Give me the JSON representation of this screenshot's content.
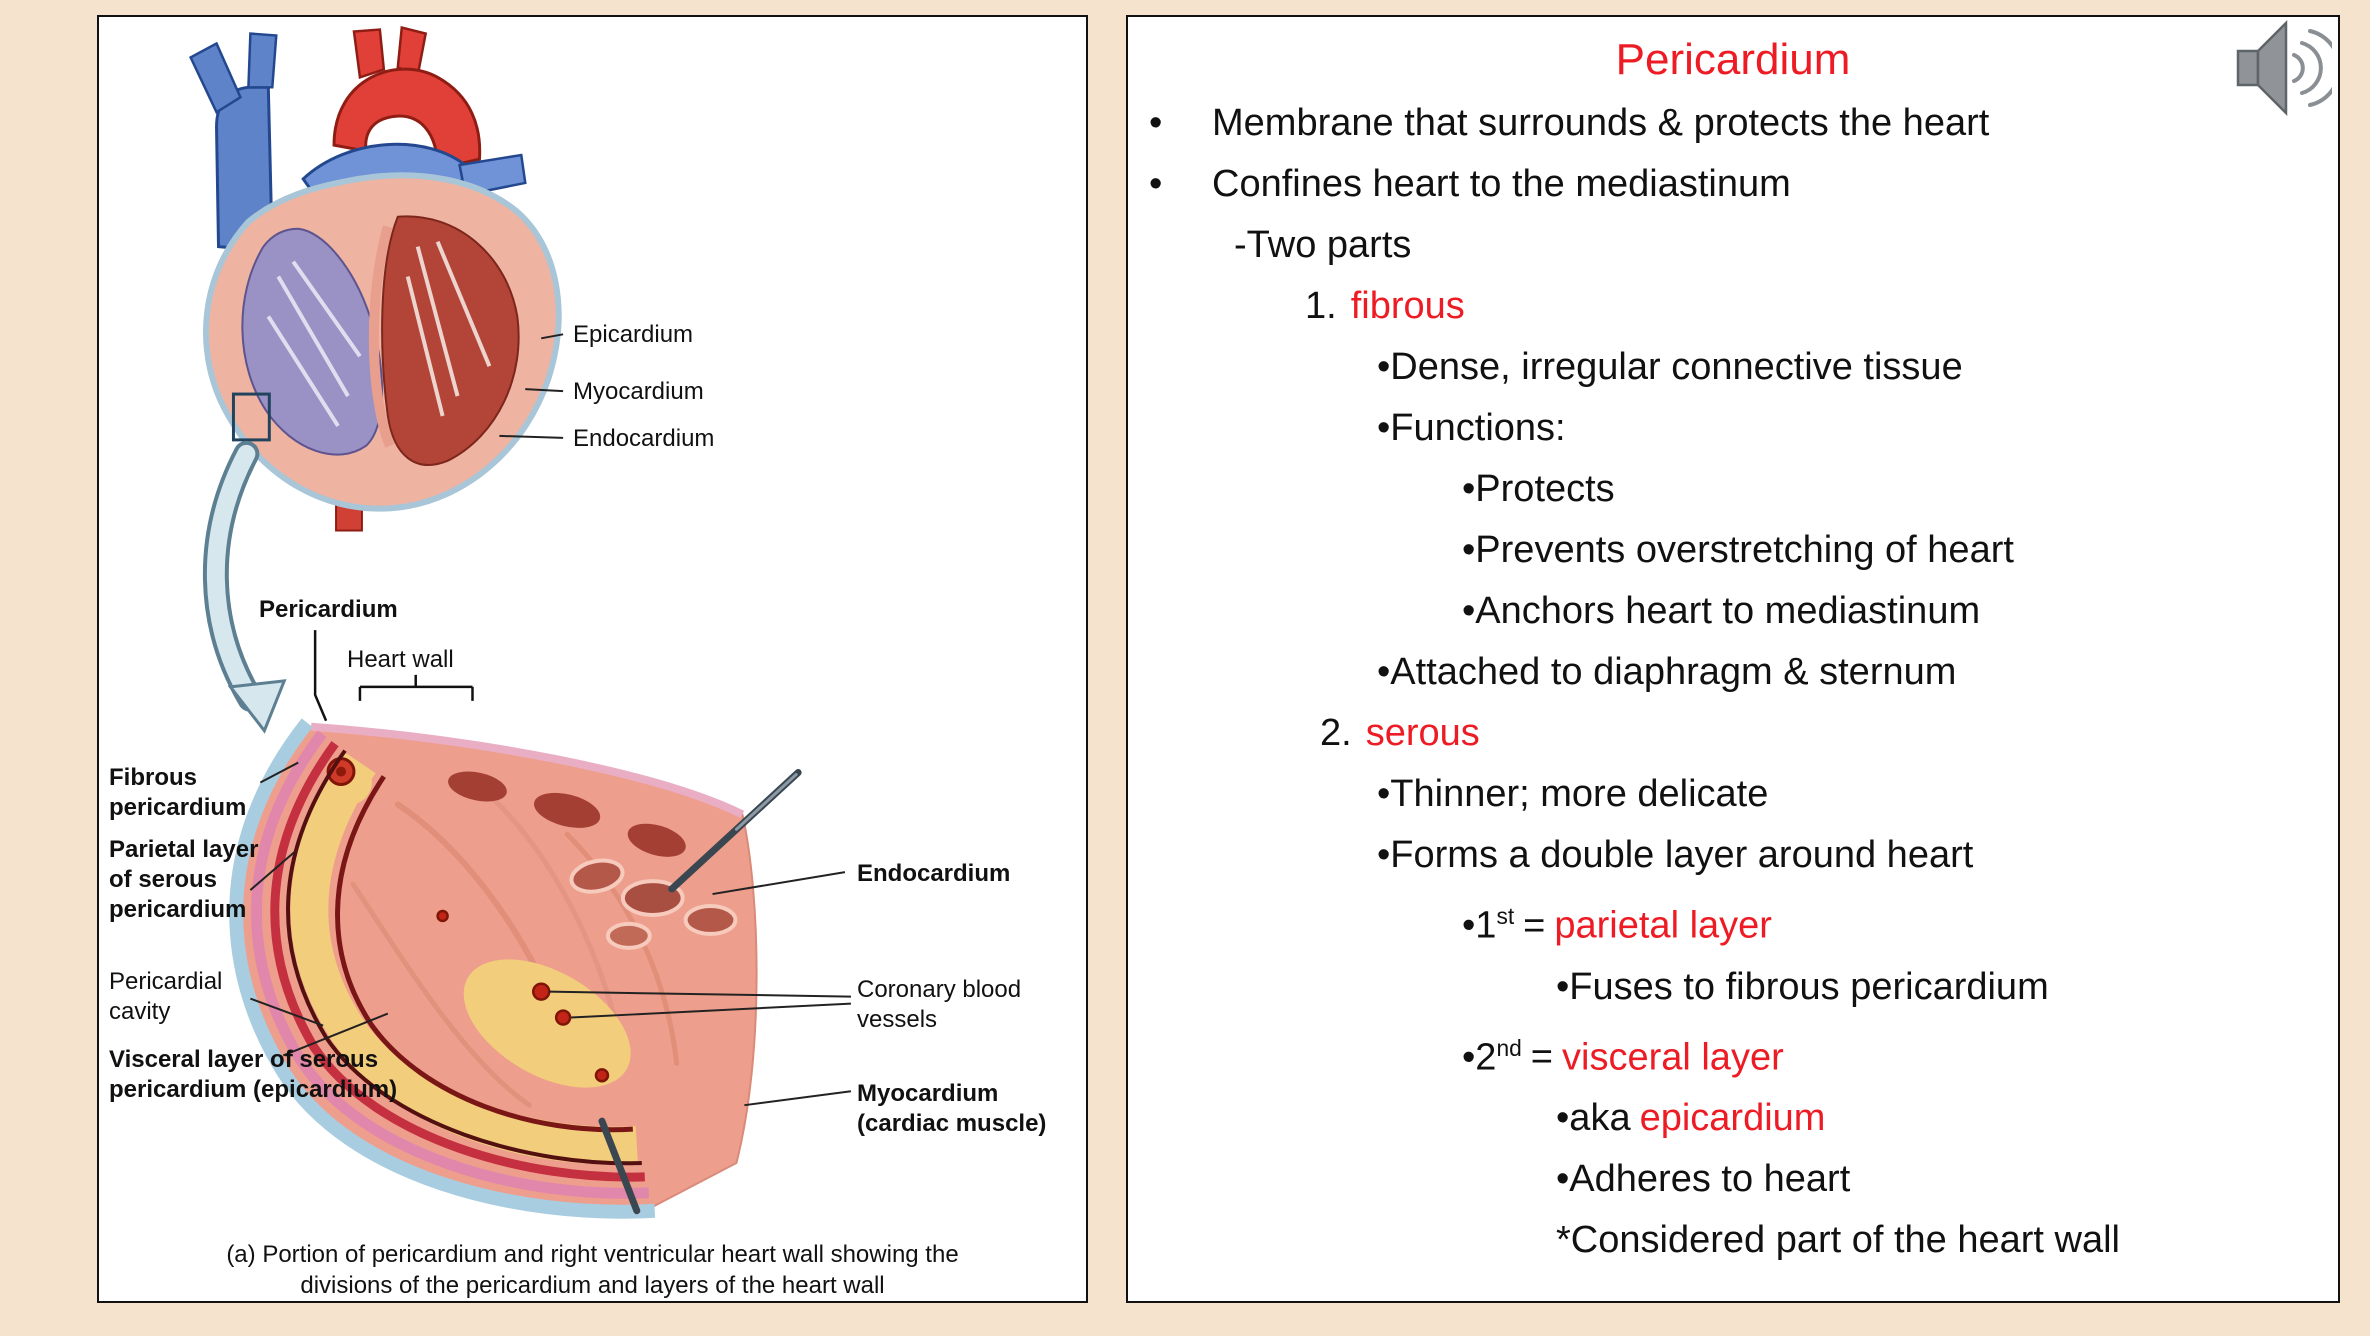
{
  "colors": {
    "background": "#f6e3cd",
    "accent_red": "#ed1c24",
    "panel_border": "#111111"
  },
  "left_panel": {
    "labels": {
      "epicardium_top": "Epicardium",
      "myocardium_top": "Myocardium",
      "endocardium_top": "Endocardium",
      "pericardium": "Pericardium",
      "heart_wall": "Heart wall",
      "fibrous_pericardium": "Fibrous pericardium",
      "parietal_layer": "Parietal layer of serous pericardium",
      "pericardial_cavity": "Pericardial cavity",
      "visceral_layer": "Visceral layer of serous pericardium (epicardium)",
      "endocardium_lower": "Endocardium",
      "coronary_vessels": "Coronary blood vessels",
      "myocardium_lower": "Myocardium (cardiac muscle)"
    },
    "caption": "(a) Portion of pericardium and right ventricular heart wall showing the divisions of the pericardium and layers of the heart wall"
  },
  "right_panel": {
    "title": "Pericardium",
    "bullet_char": "•",
    "lines": {
      "b1": "Membrane that surrounds & protects the heart",
      "b2": "Confines heart to the mediastinum",
      "two_parts": "-Two parts",
      "n1_num": "1.",
      "n1_term": "fibrous",
      "f1": "•Dense, irregular connective tissue",
      "f2": "•Functions:",
      "f2a": "•Protects",
      "f2b": "•Prevents overstretching of heart",
      "f2c": "•Anchors heart to mediastinum",
      "f3": "•Attached to diaphragm & sternum",
      "n2_num": "2.",
      "n2_term": "serous",
      "s1": "•Thinner; more delicate",
      "s2": "•Forms a double layer around heart",
      "p1_pre": "•1",
      "p1_sup": "st",
      "p1_eq": "=",
      "p1_term": "parietal layer",
      "p1a": "•Fuses to fibrous pericardium",
      "p2_pre": "•2",
      "p2_sup": "nd",
      "p2_eq": "=",
      "p2_term": "visceral layer",
      "p2a_pre": "•aka",
      "p2a_term": "epicardium",
      "p2b": "•Adheres to heart",
      "p2c": "*Considered part of the heart wall"
    }
  }
}
